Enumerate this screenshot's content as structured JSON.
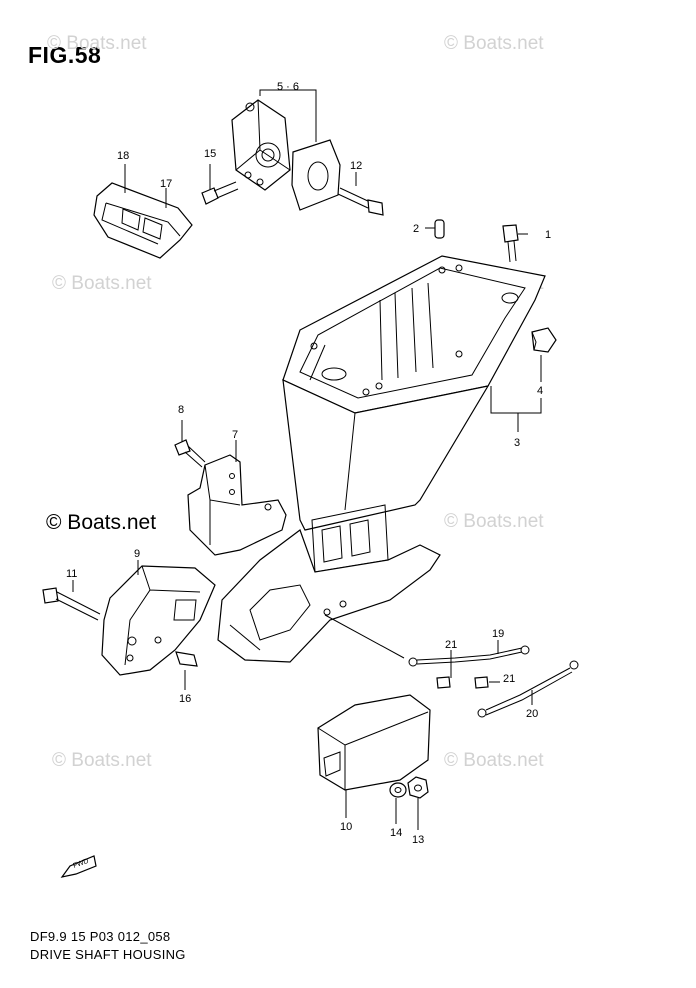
{
  "figure": {
    "title": "FIG.58",
    "code": "DF9.9 15 P03 012_058",
    "name": "DRIVE SHAFT HOUSING"
  },
  "watermarks": {
    "light": "© Boats.net",
    "strong": "© Boats.net"
  },
  "callouts": {
    "c1": "1",
    "c2": "2",
    "c3": "3",
    "c4": "4",
    "c56": "5 · 6",
    "c7": "7",
    "c8": "8",
    "c9": "9",
    "c10": "10",
    "c11": "11",
    "c12": "12",
    "c13": "13",
    "c14": "14",
    "c15": "15",
    "c16": "16",
    "c17": "17",
    "c18": "18",
    "c19": "19",
    "c20": "20",
    "c21a": "21",
    "c21b": "21"
  },
  "fwd_marker": "FWD"
}
